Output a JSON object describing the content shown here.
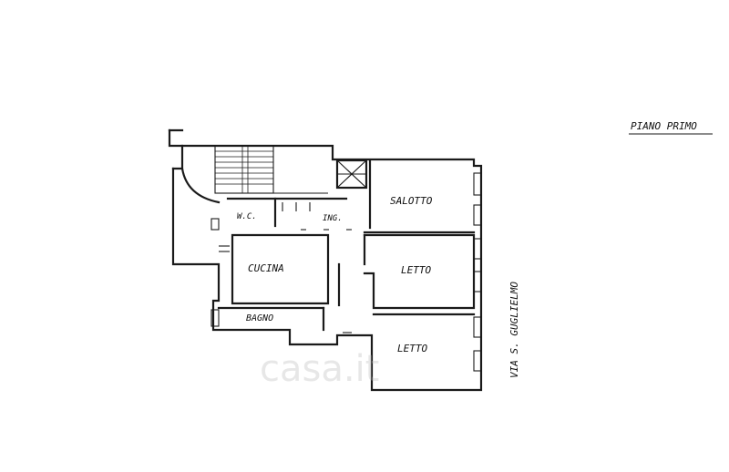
{
  "title": "PIANO PRIMO",
  "street": "VIA S. GUGLIELMO",
  "rooms": {
    "salotto": "SALOTTO",
    "wc": "W.C.",
    "ingresso": "ING.",
    "cucina": "CUCINA",
    "letto1": "LETTO",
    "bagno": "BAGNO",
    "letto2": "LETTO"
  },
  "watermark": "casa.it",
  "colors": {
    "ink": "#1a1a1a",
    "paper": "#ffffff",
    "watermark": "#bdbdbd"
  }
}
